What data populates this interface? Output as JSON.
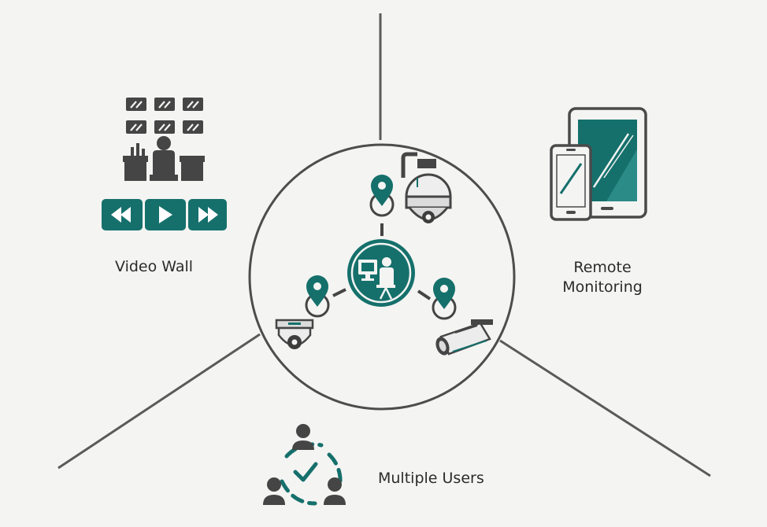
{
  "colors": {
    "accent": "#15706b",
    "dark": "#454545",
    "line": "#5a5a5a",
    "background": "#f4f4f3"
  },
  "sections": {
    "video_wall": {
      "label": "Video Wall",
      "icons": [
        "monitor-grid-icon",
        "operator-desk-icon",
        "rewind-icon",
        "play-icon",
        "fast-forward-icon"
      ]
    },
    "remote_monitoring": {
      "label_line1": "Remote",
      "label_line2": "Monitoring",
      "icons": [
        "tablet-icon",
        "smartphone-icon"
      ]
    },
    "multiple_users": {
      "label": "Multiple Users",
      "icons": [
        "users-cycle-icon",
        "checkmark-icon"
      ]
    }
  },
  "center_hub": {
    "icons": [
      "operator-workstation-icon",
      "location-pin-icon",
      "ptz-camera-icon",
      "dome-camera-icon",
      "bullet-camera-icon"
    ]
  }
}
